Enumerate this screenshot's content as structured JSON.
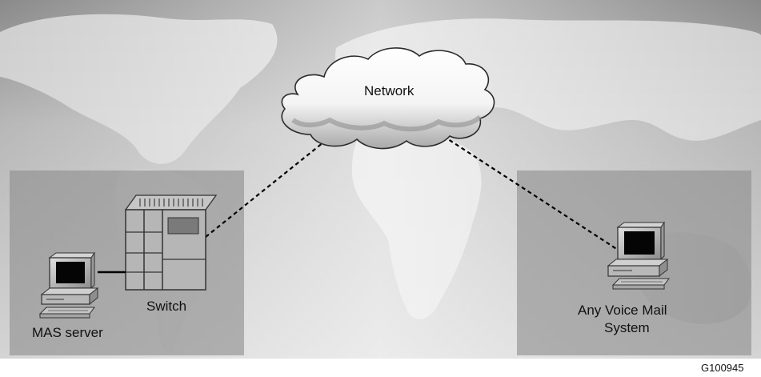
{
  "labels": {
    "network": "Network",
    "switch": "Switch",
    "mas_server": "MAS server",
    "voice_mail_line1": "Any Voice Mail",
    "voice_mail_line2": "System",
    "figure_id": "G100945"
  },
  "colors": {
    "background": "#ffffff",
    "map_backdrop": "#9a9a9a",
    "land_light": "#d8d8d8",
    "region_panel": "#8c8c8c",
    "cloud_fill": "#ffffff",
    "cloud_shade": "#a8a8a8",
    "equipment": "#b4b4b4",
    "text": "#111111"
  },
  "icons": {
    "network": "cloud-icon",
    "switch": "switch-cabinet-icon",
    "mas_server": "computer-icon",
    "voice_mail": "computer-icon"
  }
}
